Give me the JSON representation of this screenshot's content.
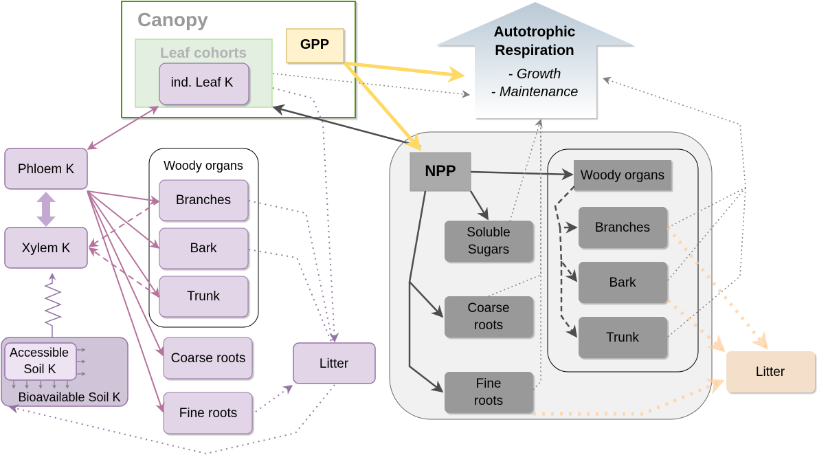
{
  "canopy": {
    "title": "Canopy",
    "leaf_cohorts": "Leaf cohorts",
    "ind_leaf": "ind. Leaf K",
    "gpp": "GPP"
  },
  "respiration": {
    "title_line1": "Autotrophic",
    "title_line2": "Respiration",
    "item1": "- Growth",
    "item2": "- Maintenance"
  },
  "potassium": {
    "phloem": "Phloem K",
    "xylem": "Xylem K",
    "woody_group": "Woody organs",
    "branches": "Branches",
    "bark": "Bark",
    "trunk": "Trunk",
    "coarse_roots": "Coarse roots",
    "fine_roots": "Fine roots",
    "litter": "Litter",
    "accessible_soil_line1": "Accessible",
    "accessible_soil_line2": "Soil K",
    "bioavailable_soil": "Bioavailable Soil K"
  },
  "carbon": {
    "npp": "NPP",
    "woody_organs": "Woody organs",
    "soluble_line1": "Soluble",
    "soluble_line2": "Sugars",
    "coarse_line1": "Coarse",
    "coarse_line2": "roots",
    "fine_line1": "Fine",
    "fine_line2": "roots",
    "branches": "Branches",
    "bark": "Bark",
    "trunk": "Trunk",
    "litter": "Litter"
  },
  "colors": {
    "k_fill": "#e1d5e7",
    "k_stroke": "#9673a6",
    "k_arrow": "#b5739d",
    "carbon_fill": "#999999",
    "gpp_fill": "#fff2cc",
    "gpp_arrow": "#ffd966",
    "canopy_border": "#4d9900",
    "leaf_cohort_fill": "#d5e8d4",
    "litter_c_fill": "#f3dfca",
    "litter_c_arrow": "#ffcc99"
  }
}
